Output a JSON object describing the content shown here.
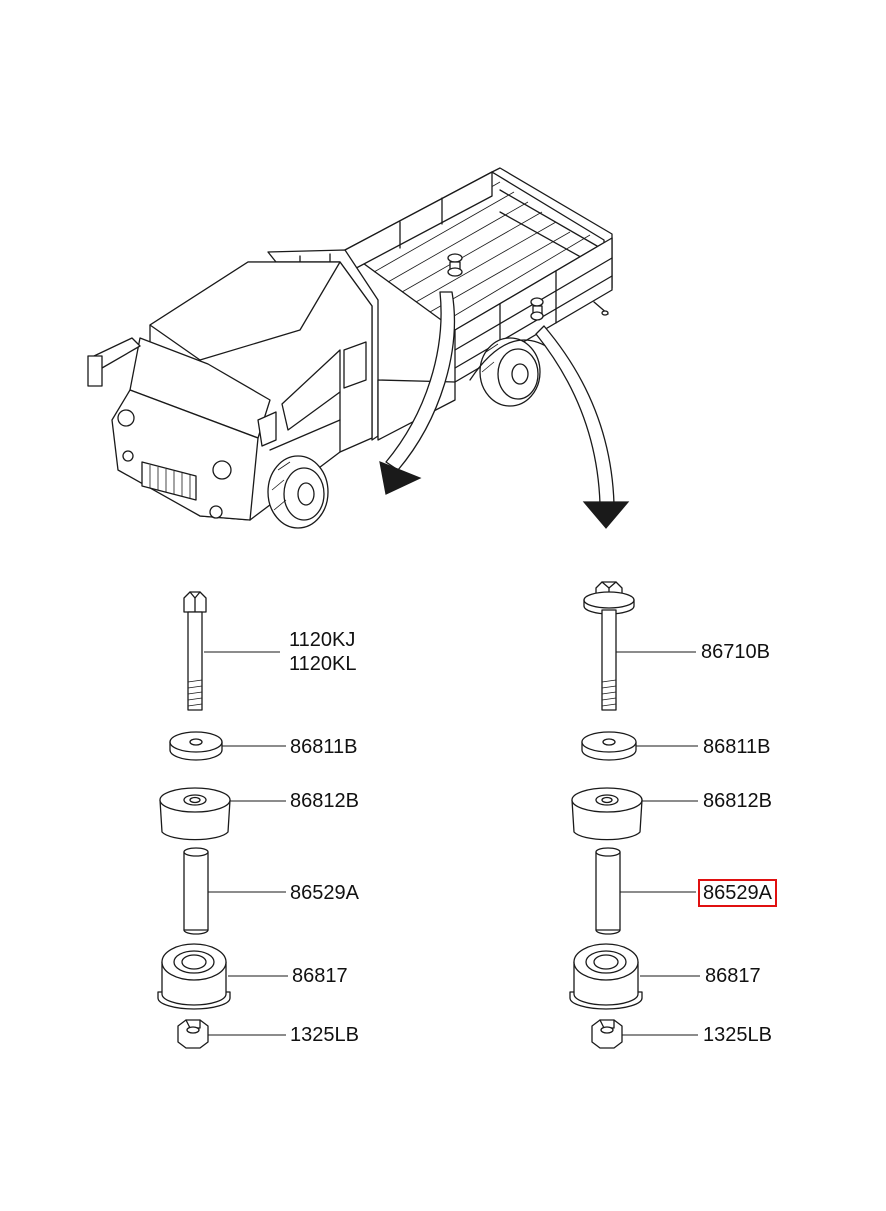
{
  "figure": {
    "subject": "truck-cab-mounting-exploded-view"
  },
  "left_stack": {
    "bolt_label_1": "1120KJ",
    "bolt_label_2": "1120KL",
    "washer_label": "86811B",
    "upper_bushing_label": "86812B",
    "sleeve_label": "86529A",
    "lower_bushing_label": "86817",
    "nut_label": "1325LB"
  },
  "right_stack": {
    "bolt_label": "86710B",
    "washer_label": "86811B",
    "upper_bushing_label": "86812B",
    "sleeve_label": "86529A",
    "lower_bushing_label": "86817",
    "nut_label": "1325LB"
  },
  "highlight": {
    "part": "86529A",
    "color": "#e01010"
  }
}
